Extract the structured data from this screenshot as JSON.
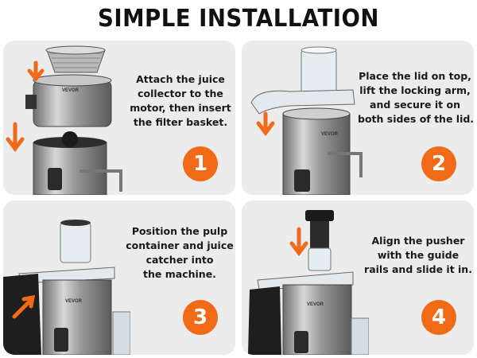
{
  "title": "SIMPLE INSTALLATION",
  "brand": "VEVOR",
  "colors": {
    "accent": "#f06a18",
    "panel": "#ececec",
    "text": "#1a1a1a"
  },
  "steps": [
    {
      "number": "1",
      "lines": [
        "Attach the juice",
        "collector to the",
        "motor, then insert",
        "the filter basket."
      ]
    },
    {
      "number": "2",
      "lines": [
        "Place the lid on top,",
        "lift the locking arm,",
        "and secure it on",
        "both sides of the lid."
      ]
    },
    {
      "number": "3",
      "lines": [
        "Position the pulp",
        "container and juice",
        "catcher into",
        "the machine."
      ]
    },
    {
      "number": "4",
      "lines": [
        "Align the pusher",
        "with the guide",
        "rails and slide it in."
      ]
    }
  ]
}
